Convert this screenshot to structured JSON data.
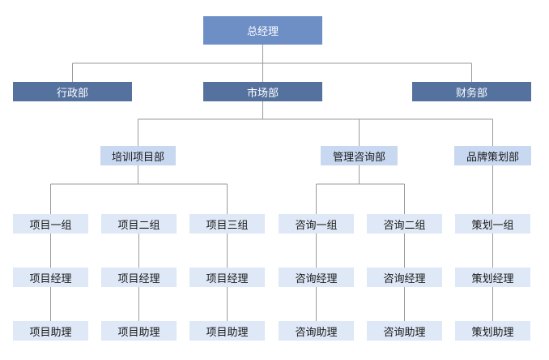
{
  "org_chart": {
    "root": "总经理",
    "departments": [
      "行政部",
      "市场部",
      "财务部"
    ],
    "market_divisions": [
      {
        "name": "培训项目部",
        "groups": [
          {
            "name": "项目一组",
            "manager": "项目经理",
            "assistant": "项目助理"
          },
          {
            "name": "项目二组",
            "manager": "项目经理",
            "assistant": "项目助理"
          },
          {
            "name": "项目三组",
            "manager": "项目经理",
            "assistant": "项目助理"
          }
        ]
      },
      {
        "name": "管理咨询部",
        "groups": [
          {
            "name": "咨询一组",
            "manager": "咨询经理",
            "assistant": "咨询助理"
          },
          {
            "name": "咨询二组",
            "manager": "咨询经理",
            "assistant": "咨询助理"
          }
        ]
      },
      {
        "name": "品牌策划部",
        "groups": [
          {
            "name": "策划一组",
            "manager": "策划经理",
            "assistant": "策划助理"
          }
        ]
      }
    ]
  },
  "colors": {
    "root_fill": "#6d8fc6",
    "department_fill": "#55729f",
    "division_fill": "#c9d8f1",
    "group_fill": "#dee8f6",
    "connector": "#9a9a9a"
  }
}
